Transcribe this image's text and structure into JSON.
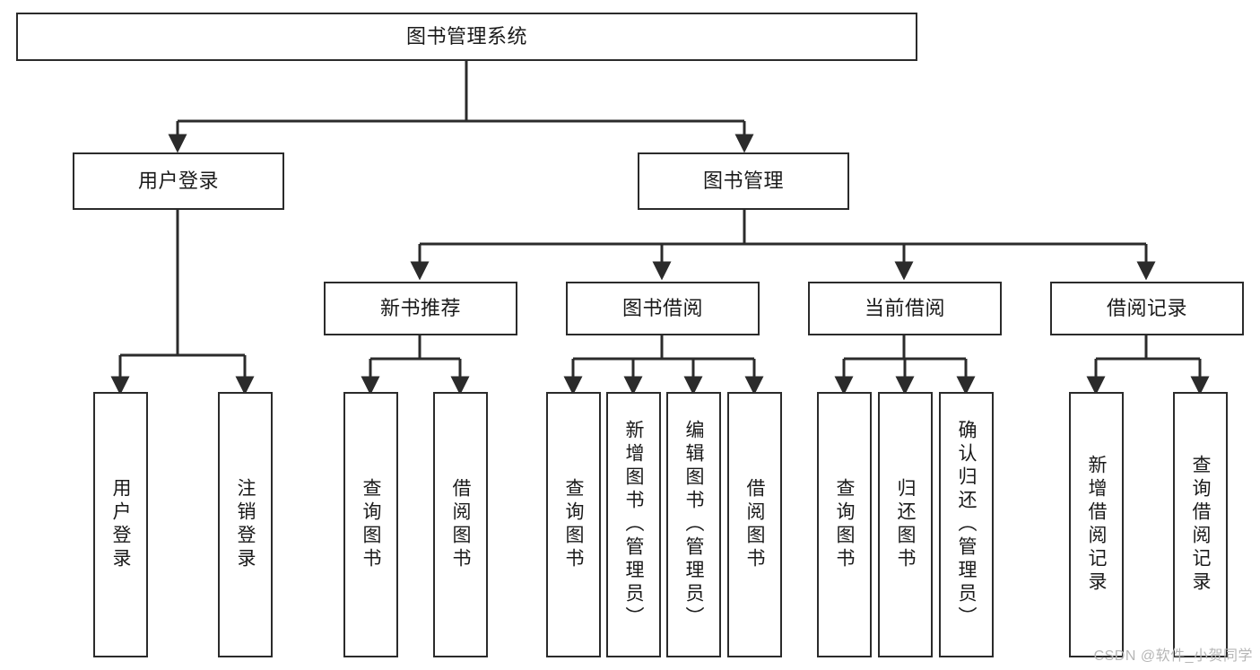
{
  "diagram": {
    "title": "图书管理系统",
    "type": "hierarchy-tree",
    "root": {
      "id": "root",
      "label": "图书管理系统",
      "orientation": "horizontal"
    },
    "level2": [
      {
        "id": "user-login",
        "label": "用户登录",
        "orientation": "horizontal"
      },
      {
        "id": "book-manage",
        "label": "图书管理",
        "orientation": "horizontal"
      }
    ],
    "level3": [
      {
        "id": "new-book-recommend",
        "label": "新书推荐",
        "orientation": "horizontal",
        "parent": "book-manage"
      },
      {
        "id": "book-borrow",
        "label": "图书借阅",
        "orientation": "horizontal",
        "parent": "book-manage"
      },
      {
        "id": "current-borrow",
        "label": "当前借阅",
        "orientation": "horizontal",
        "parent": "book-manage"
      },
      {
        "id": "borrow-record",
        "label": "借阅记录",
        "orientation": "horizontal",
        "parent": "book-manage"
      }
    ],
    "leaves": [
      {
        "id": "leaf-user-login",
        "label": "用户登录",
        "parent": "user-login"
      },
      {
        "id": "leaf-logout-login",
        "label": "注销登录",
        "parent": "user-login"
      },
      {
        "id": "leaf-query-book-1",
        "label": "查询图书",
        "parent": "new-book-recommend"
      },
      {
        "id": "leaf-borrow-book-1",
        "label": "借阅图书",
        "parent": "new-book-recommend"
      },
      {
        "id": "leaf-query-book-2",
        "label": "查询图书",
        "parent": "book-borrow"
      },
      {
        "id": "leaf-add-book",
        "label": "新增图书（管理员）",
        "parent": "book-borrow"
      },
      {
        "id": "leaf-edit-book",
        "label": "编辑图书（管理员）",
        "parent": "book-borrow"
      },
      {
        "id": "leaf-borrow-book-2",
        "label": "借阅图书",
        "parent": "book-borrow"
      },
      {
        "id": "leaf-query-book-3",
        "label": "查询图书",
        "parent": "current-borrow"
      },
      {
        "id": "leaf-return-book",
        "label": "归还图书",
        "parent": "current-borrow"
      },
      {
        "id": "leaf-confirm-return",
        "label": "确认归还（管理员）",
        "parent": "current-borrow"
      },
      {
        "id": "leaf-add-record",
        "label": "新增借阅记录",
        "parent": "borrow-record"
      },
      {
        "id": "leaf-query-record",
        "label": "查询借阅记录",
        "parent": "borrow-record"
      }
    ],
    "colors": {
      "stroke": "#2b2b2b",
      "fill": "#ffffff",
      "text": "#1a1a1a",
      "watermark": "#b6b6b6"
    }
  },
  "watermark": {
    "text": "CSDN @软件_小贺同学"
  }
}
